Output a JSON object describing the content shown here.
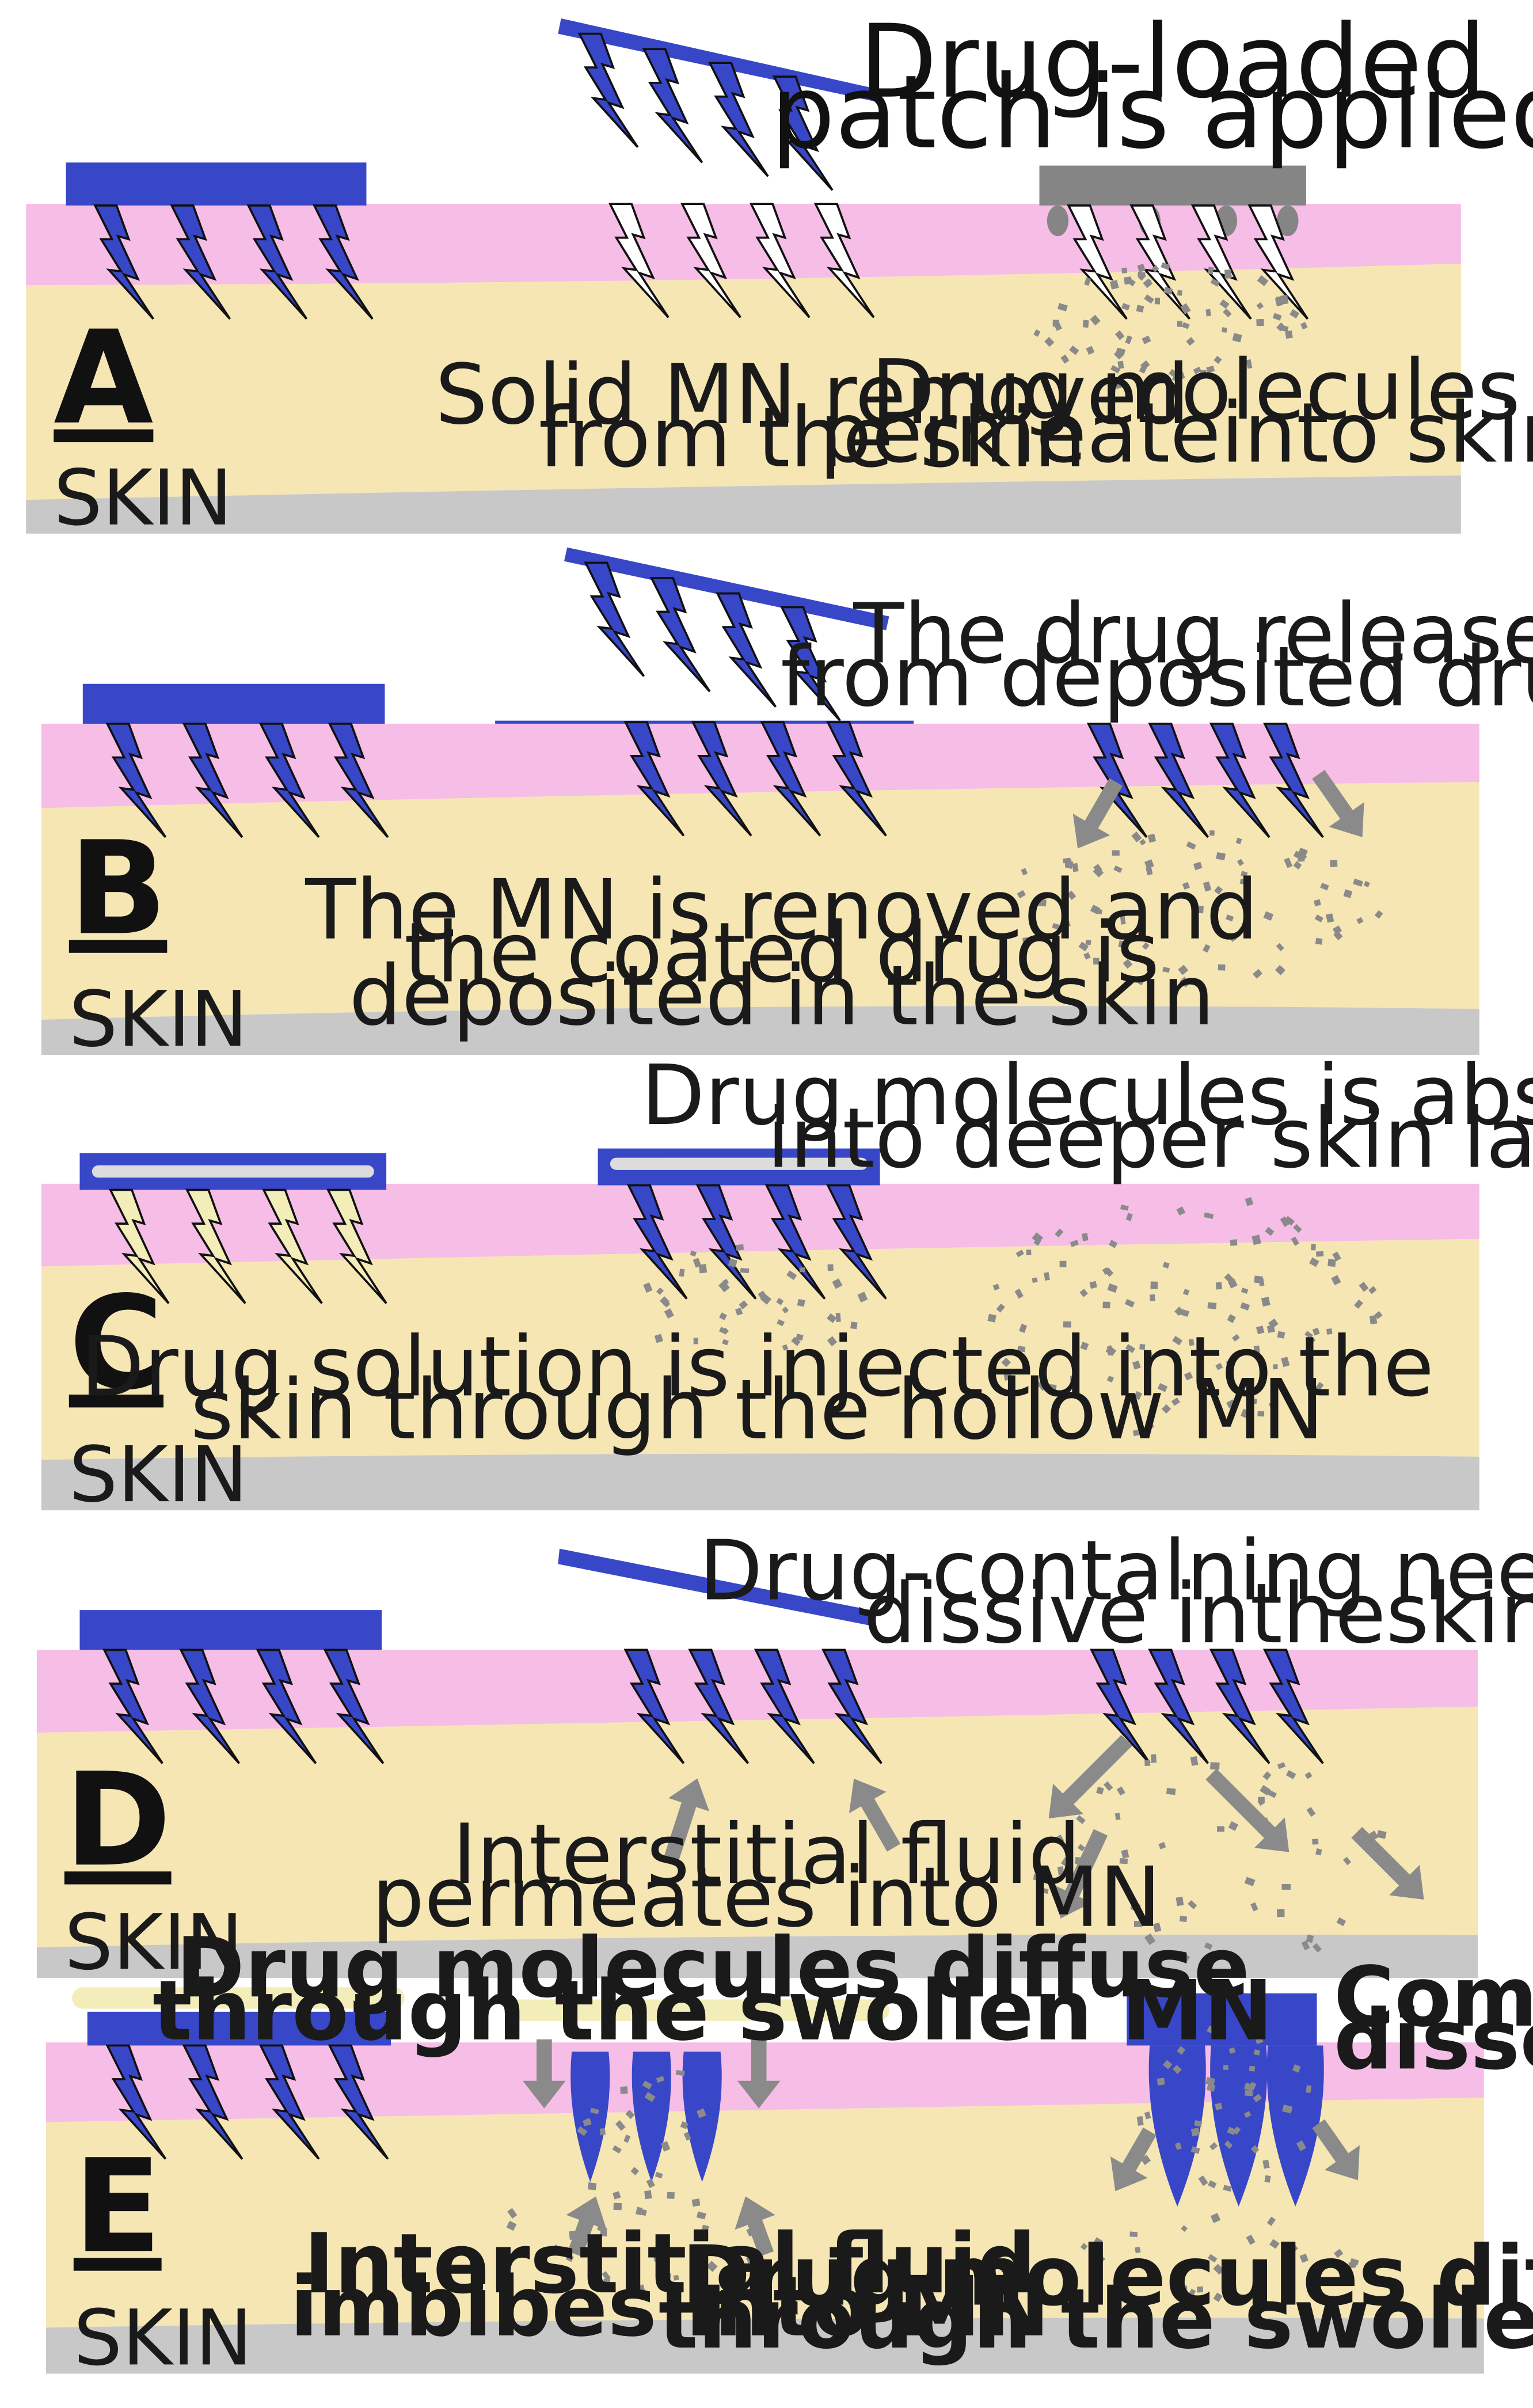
{
  "colors": {
    "epidermis": "#f6bde6",
    "dermis": "#f5e6b4",
    "base": "#c8c8c8",
    "needle": "#3847c8",
    "needle_light": "#dcdcdc",
    "drug": "#8a8a8a",
    "patch": "#858585",
    "pale_yellow": "#f3eeb9"
  },
  "panels": [
    {
      "letter": "A",
      "skin_label": "SKIN"
    },
    {
      "letter": "B",
      "skin_label": "SKIN"
    },
    {
      "letter": "C",
      "skin_label": "SKIN"
    },
    {
      "letter": "D",
      "skin_label": "SKIN"
    },
    {
      "letter": "E",
      "skin_label": "SKIN"
    }
  ],
  "labels": {
    "a_patch": [
      "Drug-loaded",
      "patch is applied"
    ],
    "a_removed": [
      "Solid MN removed",
      "from the skin"
    ],
    "a_permeate": [
      "Drug molecules",
      "permeateinto skin"
    ],
    "b_release": [
      "The drug release",
      "from deposited drug"
    ],
    "b_removed": [
      "The MN is renoved and",
      "the coated drug is",
      "deposited in the skin"
    ],
    "c_absorbed": [
      "Drug molecules is absorbed",
      "into deeper skin layer"
    ],
    "c_injected": [
      "Drug solution is injected into the",
      "skin through the hollow MN"
    ],
    "d_dissolve": [
      "Drug-contalning needles",
      "dissive intheskin"
    ],
    "d_fluid": [
      "Interstitial fluid",
      "permeates into MN"
    ],
    "e_diffuse_top": [
      "Drug molecules diffuse",
      "through the swollen MN"
    ],
    "e_dissolved": [
      "Completely",
      "dissolved"
    ],
    "e_imbibe": [
      "Interstitial fluid",
      "imbibes into MN"
    ],
    "e_diffuse_bottom": [
      "Drug molecules diffuse",
      "through the swollen MN"
    ]
  }
}
